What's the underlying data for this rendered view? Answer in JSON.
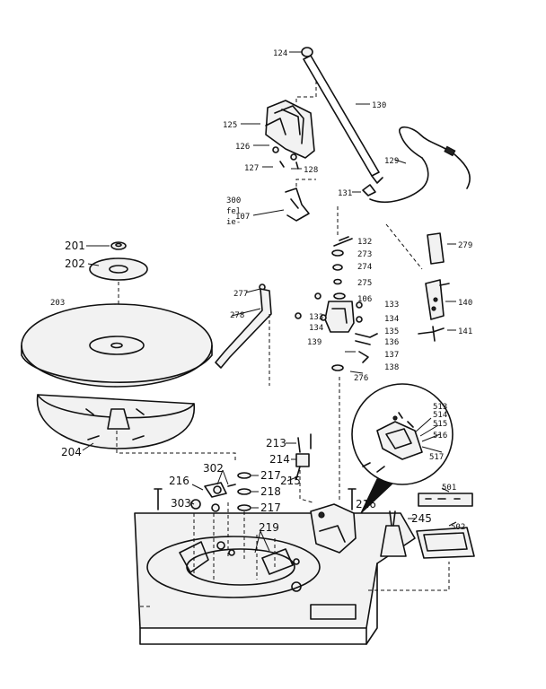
{
  "callouts": {
    "c124": "124",
    "c130": "130",
    "c125": "125",
    "c126": "126",
    "c127": "127",
    "c128": "128",
    "c129": "129",
    "c131": "131",
    "c107": "107",
    "c300": "300",
    "c300b": "fel",
    "c300c": "ie-",
    "c132": "132",
    "c273": "273",
    "c274": "274",
    "c275": "275",
    "c279": "279",
    "c277": "277",
    "c278": "278",
    "c106": "106",
    "c133": "133",
    "c133b": "133",
    "c134": "134",
    "c134b": "134",
    "c135": "135",
    "c136": "136",
    "c137": "137",
    "c138": "138",
    "c139": "139",
    "c140": "140",
    "c141": "141",
    "c276": "276",
    "c201": "201",
    "c202": "202",
    "c203": "203",
    "c204": "204",
    "c513": "513",
    "c514": "514",
    "c515": "515",
    "c516": "516",
    "c517": "517",
    "c213": "213",
    "c214": "214",
    "c215": "215",
    "c216": "216",
    "c216b": "216",
    "c302": "302",
    "c303": "303",
    "c217": "217",
    "c218": "218",
    "c217b": "217",
    "c219": "219",
    "c245": "245",
    "c501": "501",
    "c502": "502"
  }
}
